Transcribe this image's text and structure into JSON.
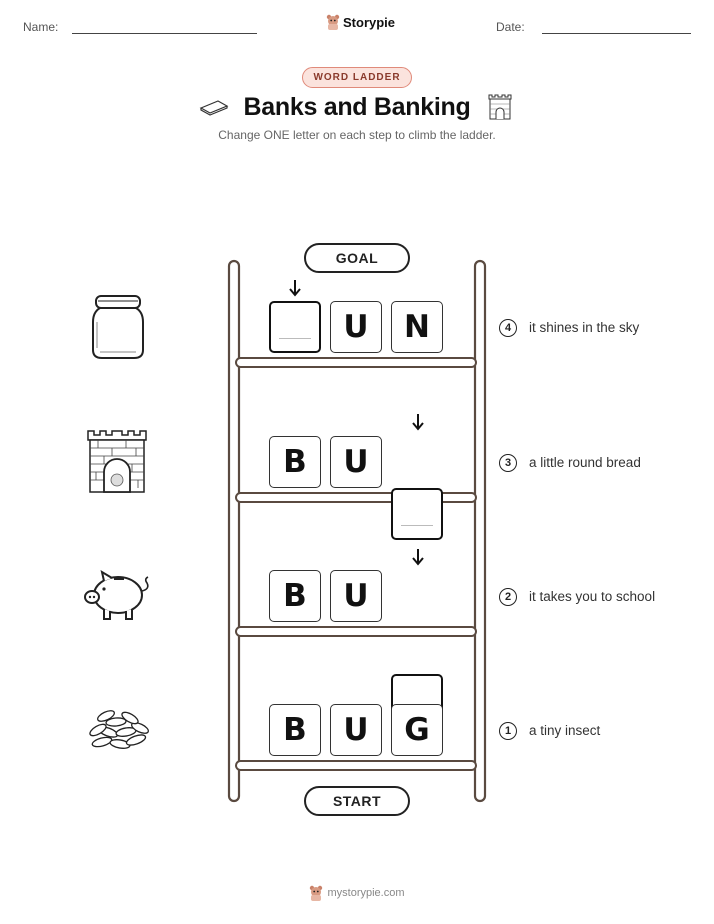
{
  "header": {
    "name_label": "Name:",
    "date_label": "Date:",
    "brand": "Storypie"
  },
  "badge": "WORD LADDER",
  "title": "Banks and Banking",
  "subtitle": "Change ONE letter on each step to climb the ladder.",
  "goal_label": "GOAL",
  "start_label": "START",
  "rungs": [
    {
      "number": "4",
      "clue": "it shines in the sky",
      "letters": [
        "",
        "U",
        "N"
      ],
      "blank_index": 0,
      "picture": "jar-icon"
    },
    {
      "number": "3",
      "clue": "a little round bread",
      "letters": [
        "B",
        "U",
        ""
      ],
      "blank_index": 2,
      "picture": "castle-icon"
    },
    {
      "number": "2",
      "clue": "it takes you to school",
      "letters": [
        "B",
        "U",
        ""
      ],
      "blank_index": 2,
      "picture": "piggy-bank-icon"
    },
    {
      "number": "1",
      "clue": "a tiny insect",
      "letters": [
        "B",
        "U",
        "G"
      ],
      "blank_index": -1,
      "picture": "seeds-icon"
    }
  ],
  "footer": "mystorypie.com"
}
